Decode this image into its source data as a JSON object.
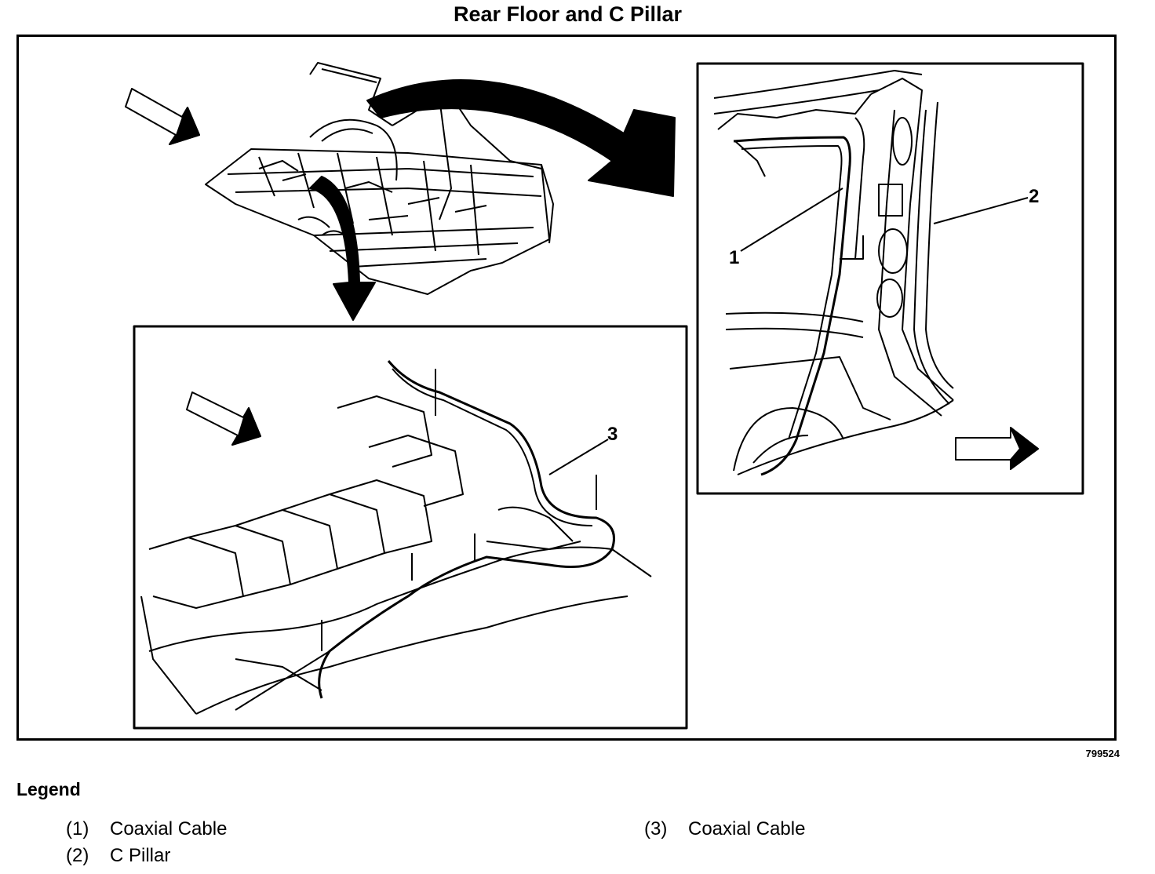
{
  "title": "Rear Floor and C Pillar",
  "figure_id": "799524",
  "callouts": {
    "c1": "1",
    "c2": "2",
    "c3": "3"
  },
  "legend": {
    "heading": "Legend",
    "items": [
      {
        "num": "(1)",
        "label": "Coaxial Cable"
      },
      {
        "num": "(2)",
        "label": "C Pillar"
      },
      {
        "num": "(3)",
        "label": "Coaxial Cable"
      }
    ]
  },
  "icons": [
    "arrow-front-icon",
    "curved-arrow-icon",
    "arrow-right-icon"
  ]
}
